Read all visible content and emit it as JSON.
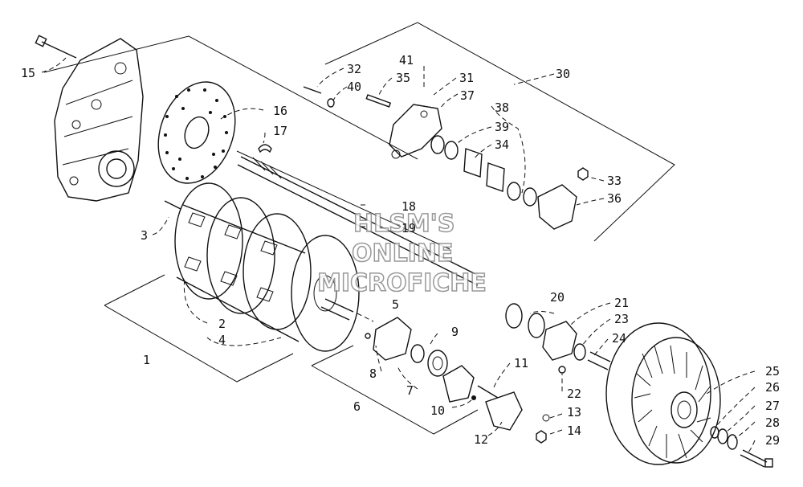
{
  "watermark": {
    "line1": "HLSM'S",
    "line2": "ONLINE",
    "line3": "MICROFICHE"
  },
  "callouts": {
    "c1": "1",
    "c2": "2",
    "c3": "3",
    "c4": "4",
    "c5": "5",
    "c6": "6",
    "c7": "7",
    "c8": "8",
    "c9": "9",
    "c10": "10",
    "c11": "11",
    "c12": "12",
    "c13": "13",
    "c14": "14",
    "c15": "15",
    "c16": "16",
    "c17": "17",
    "c18": "18",
    "c19": "19",
    "c20": "20",
    "c21": "21",
    "c22": "22",
    "c23": "23",
    "c24": "24",
    "c25": "25",
    "c26": "26",
    "c27": "27",
    "c28": "28",
    "c29": "29",
    "c30": "30",
    "c31": "31",
    "c32": "32",
    "c33": "33",
    "c34": "34",
    "c35": "35",
    "c36": "36",
    "c37": "37",
    "c38": "38",
    "c39": "39",
    "c40": "40",
    "c41": "41"
  },
  "colors": {
    "ink": "#111111",
    "paper": "#ffffff",
    "watermark_outline": "#888888"
  }
}
